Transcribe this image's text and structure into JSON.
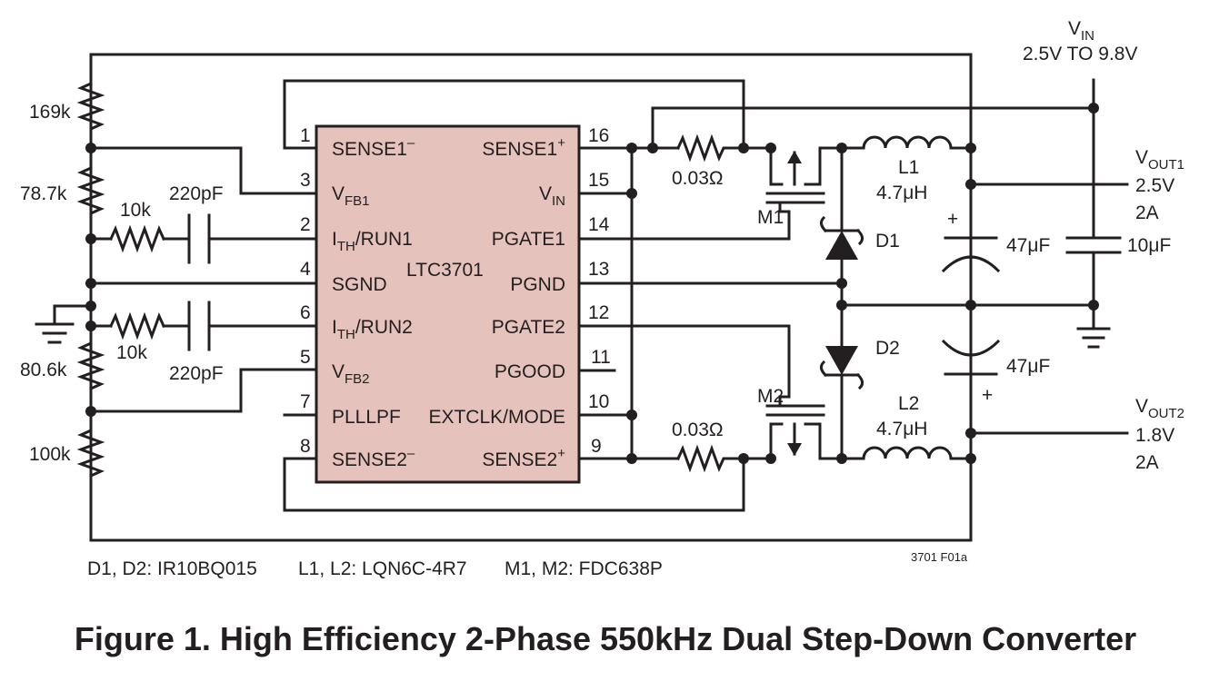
{
  "colors": {
    "ic_fill": "#e6c2bc",
    "ink": "#231f20",
    "background": "#ffffff"
  },
  "ic": {
    "name": "LTC3701",
    "pins_left": [
      {
        "num": "1",
        "name": "SENSE1",
        "sup": "–"
      },
      {
        "num": "3",
        "name": "V",
        "sub": "FB1"
      },
      {
        "num": "2",
        "name": "I",
        "sub": "TH",
        "suffix": "/RUN1"
      },
      {
        "num": "4",
        "name": "SGND"
      },
      {
        "num": "6",
        "name": "I",
        "sub": "TH",
        "suffix": "/RUN2"
      },
      {
        "num": "5",
        "name": "V",
        "sub": "FB2"
      },
      {
        "num": "7",
        "name": "PLLLPF"
      },
      {
        "num": "8",
        "name": "SENSE2",
        "sup": "–"
      }
    ],
    "pins_right": [
      {
        "num": "16",
        "name": "SENSE1",
        "sup": "+"
      },
      {
        "num": "15",
        "name": "V",
        "sub": "IN"
      },
      {
        "num": "14",
        "name": "PGATE1"
      },
      {
        "num": "13",
        "name": "PGND"
      },
      {
        "num": "12",
        "name": "PGATE2"
      },
      {
        "num": "11",
        "name": "PGOOD"
      },
      {
        "num": "10",
        "name": "EXTCLK/MODE"
      },
      {
        "num": "9",
        "name": "SENSE2",
        "sup": "+"
      }
    ]
  },
  "components": {
    "r_169k": "169k",
    "r_78k7": "78.7k",
    "r_80k6": "80.6k",
    "r_100k": "100k",
    "r_10k_top": "10k",
    "r_10k_bot": "10k",
    "c_220p_top": "220pF",
    "c_220p_bot": "220pF",
    "rs1": "0.03Ω",
    "rs2": "0.03Ω",
    "m1": "M1",
    "m2": "M2",
    "d1": "D1",
    "d2": "D2",
    "l1_name": "L1",
    "l1_value": "4.7μH",
    "l2_name": "L2",
    "l2_value": "4.7μH",
    "c_out1": "47μF",
    "c_out2": "47μF",
    "c_in": "10μF",
    "plus": "+"
  },
  "vin": {
    "label": "V",
    "sub": "IN",
    "range": "2.5V TO 9.8V"
  },
  "vout1": {
    "label": "V",
    "sub": "OUT1",
    "voltage": "2.5V",
    "current": "2A"
  },
  "vout2": {
    "label": "V",
    "sub": "OUT2",
    "voltage": "1.8V",
    "current": "2A"
  },
  "bom": {
    "diodes": "D1, D2: IR10BQ015",
    "inductors": "L1, L2: LQN6C-4R7",
    "mosfets": "M1, M2: FDC638P"
  },
  "figure_code": "3701 F01a",
  "caption": "Figure 1. High Efficiency 2-Phase 550kHz Dual Step-Down Converter"
}
